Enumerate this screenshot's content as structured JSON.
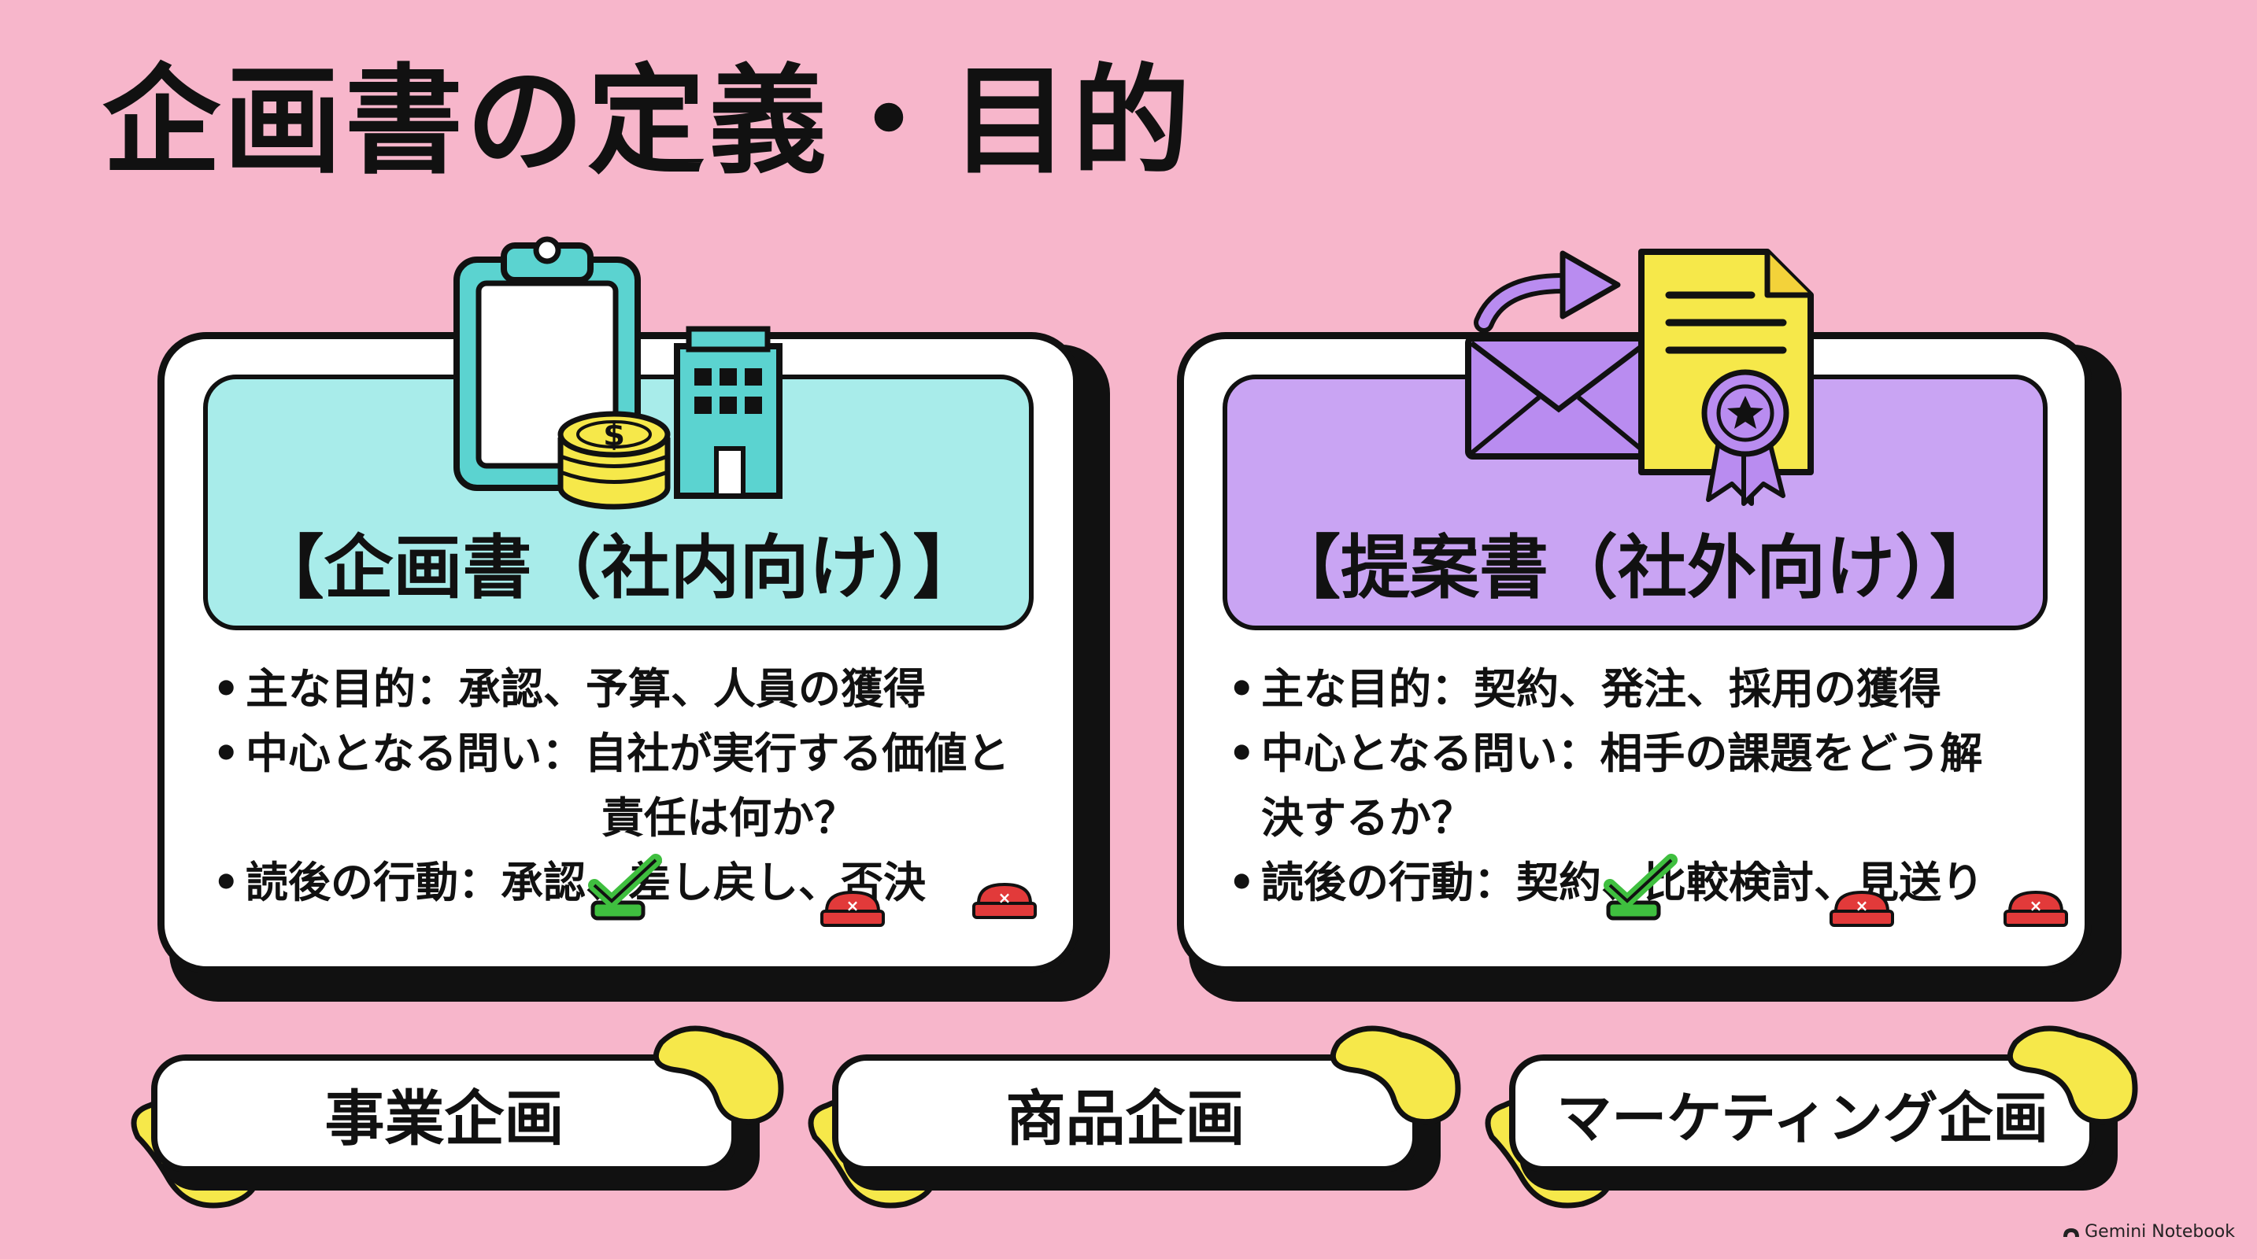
{
  "slide": {
    "title": "企画書の定義・目的"
  },
  "left_card": {
    "heading": "【企画書（社内向け）】",
    "head_color": "#a8ecea",
    "bullet1": "主な目的：承認、予算、人員の獲得",
    "bullet2_line1": "中心となる問い：自社が実行する価値と",
    "bullet2_line2": "責任は何か？",
    "bullet3": "読後の行動：承認、差し戻し、否決"
  },
  "right_card": {
    "heading": "【提案書（社外向け）】",
    "head_color": "#c9a4f3",
    "bullet1": "主な目的：契約、発注、採用の獲得",
    "bullet2_line1": "中心となる問い：相手の課題をどう解",
    "bullet2_line2": "決するか？",
    "bullet3": "読後の行動：契約、比較検討、見送り"
  },
  "bullet_marker": "•",
  "tags": [
    {
      "label": "事業企画"
    },
    {
      "label": "商品企画"
    },
    {
      "label": "マーケティング企画"
    }
  ],
  "icons": {
    "left": [
      "clipboard-icon",
      "coins-icon",
      "building-icon"
    ],
    "right": [
      "envelope-icon",
      "arrow-icon",
      "certificate-icon"
    ],
    "approve": "check-stamp-icon",
    "reject": "reject-stamp-icon"
  },
  "brand": {
    "label": "Gemini Notebook"
  },
  "colors": {
    "background": "#f7b6cb",
    "blob": "#f6e84a",
    "check": "#3fbf3f",
    "stamp": "#e23a3a"
  }
}
